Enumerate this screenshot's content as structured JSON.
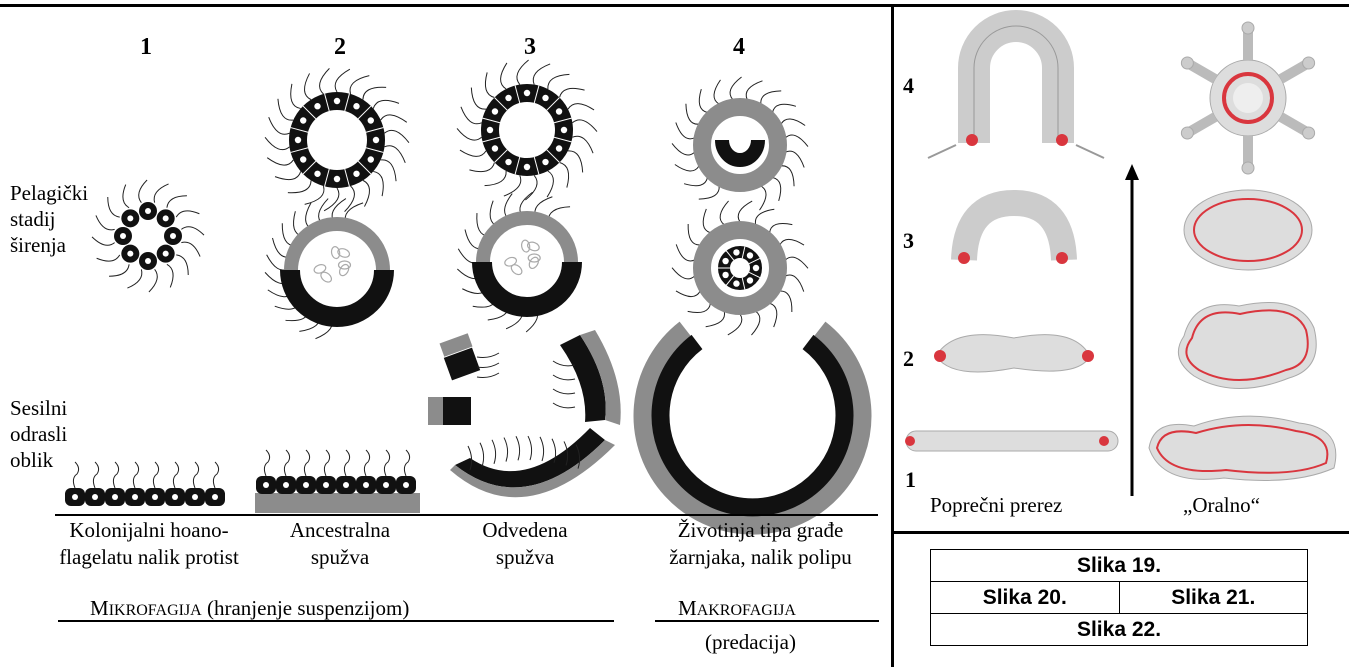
{
  "left_panel": {
    "column_numbers": [
      "1",
      "2",
      "3",
      "4"
    ],
    "row_labels": {
      "pelagic": [
        "Pelagički",
        "stadij",
        "širenja"
      ],
      "sessile": [
        "Sesilni",
        "odrasli",
        "oblik"
      ]
    },
    "captions": [
      [
        "Kolonijalni hoano-",
        "flagelatu nalik protist"
      ],
      [
        "Ancestralna",
        "spužva"
      ],
      [
        "Odvedena",
        "spužva"
      ],
      [
        "Životinja tipa građe",
        "žarnjaka, nalik polipu"
      ]
    ],
    "feeding": {
      "micro_big": "M",
      "micro_small": "IKROFAGIJA",
      "micro_rest": " (hranjenje suspenzijom)",
      "macro_big": "M",
      "macro_small": "AKROFAGIJA",
      "macro_rest": "(predacija)"
    }
  },
  "right_panel": {
    "stage_numbers": [
      "4",
      "3",
      "2",
      "1"
    ],
    "caption_left": "Poprečni prerez",
    "caption_right": "„Oralno“",
    "colors": {
      "red": "#d9363e",
      "dark": "#111111",
      "grey": "#8c8c8c"
    }
  },
  "legend": {
    "row1": "Slika 19.",
    "row2_left": "Slika 20.",
    "row2_right": "Slika 21.",
    "row3": "Slika 22."
  }
}
